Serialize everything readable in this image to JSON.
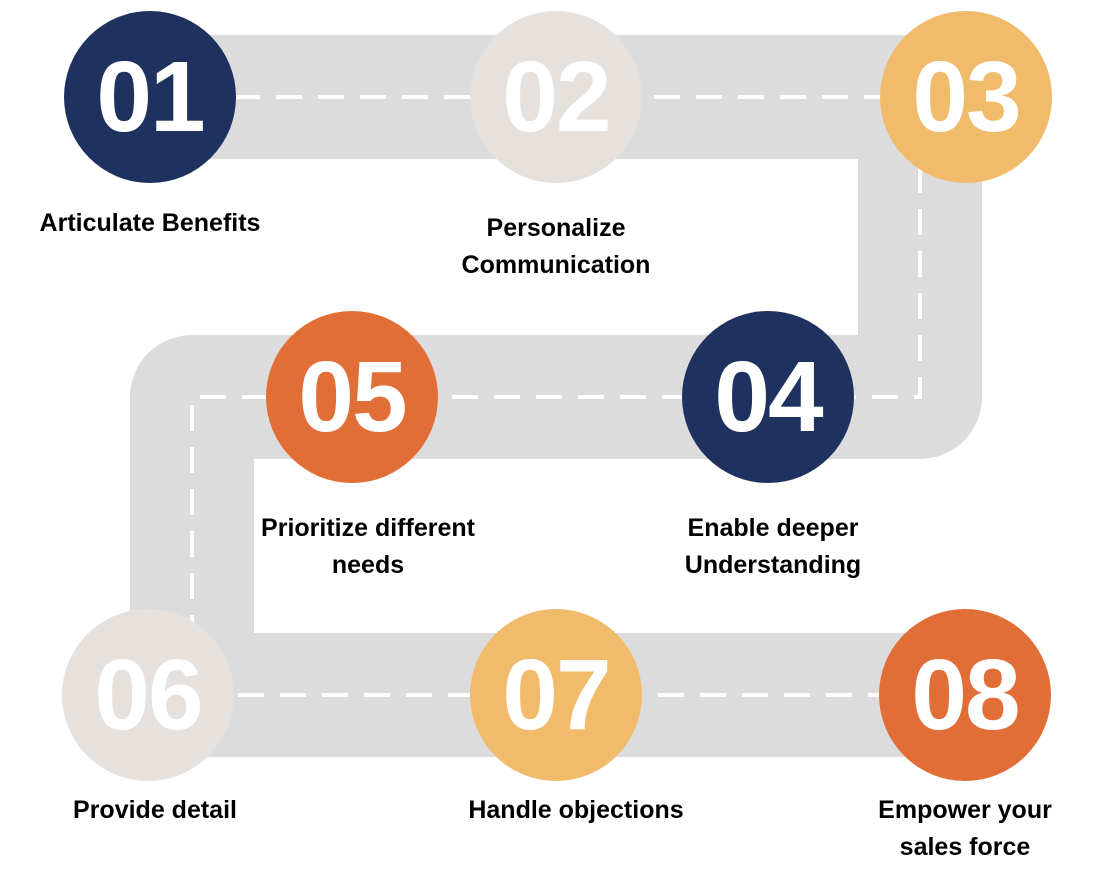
{
  "colors": {
    "road": "#dcdcdc",
    "road_dash": "#ffffff",
    "navy": "#1f325f",
    "beige": "#e6e1dc",
    "gold": "#f0bb6b",
    "orange": "#e26e37"
  },
  "steps": [
    {
      "number": "01",
      "label_lines": [
        "Articulate Benefits"
      ],
      "color": "#1f325f"
    },
    {
      "number": "02",
      "label_lines": [
        "Personalize",
        "Communication"
      ],
      "color": "#e6e1dc"
    },
    {
      "number": "03",
      "label_lines": [],
      "color": "#f0bb6b"
    },
    {
      "number": "04",
      "label_lines": [
        "Enable deeper",
        "Understanding"
      ],
      "color": "#1f325f"
    },
    {
      "number": "05",
      "label_lines": [
        "Prioritize different",
        "needs"
      ],
      "color": "#e26e37"
    },
    {
      "number": "06",
      "label_lines": [
        "Provide detail"
      ],
      "color": "#e6e1dc"
    },
    {
      "number": "07",
      "label_lines": [
        "Handle objections"
      ],
      "color": "#f0bb6b"
    },
    {
      "number": "08",
      "label_lines": [
        "Empower your",
        "sales force"
      ],
      "color": "#e26e37"
    }
  ]
}
